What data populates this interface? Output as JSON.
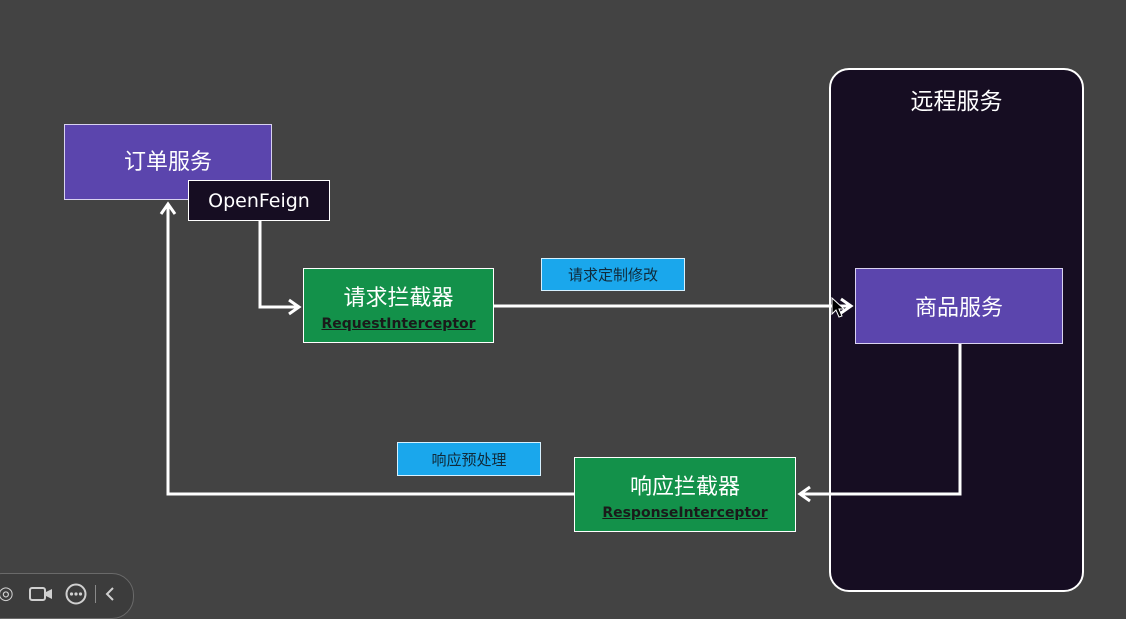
{
  "diagram": {
    "order_service": "订单服务",
    "openfeign": "OpenFeign",
    "request_interceptor": {
      "title": "请求拦截器",
      "subtitle": "RequestInterceptor"
    },
    "request_note": "请求定制修改",
    "remote_service": {
      "title": "远程服务",
      "product_service": "商品服务"
    },
    "response_note": "响应预处理",
    "response_interceptor": {
      "title": "响应拦截器",
      "subtitle": "ResponseInterceptor"
    }
  },
  "colors": {
    "background": "#434343",
    "service_purple": "#5b45ad",
    "interceptor_green": "#13914a",
    "note_cyan": "#1aa7ec",
    "panel_dark": "#160d22"
  },
  "toolbar": {
    "icons": [
      "screenshot-icon",
      "camera-icon",
      "more-icon",
      "collapse-icon"
    ]
  }
}
